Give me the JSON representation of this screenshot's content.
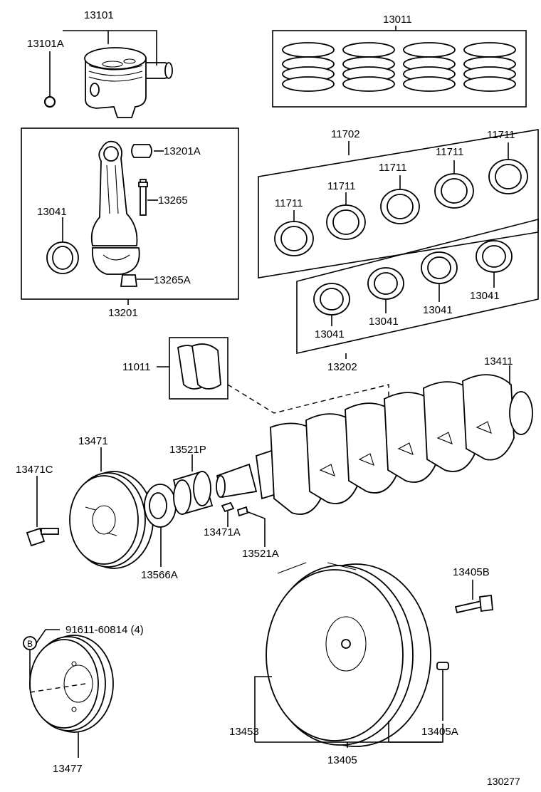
{
  "labels": {
    "p13101": "13101",
    "p13101A": "13101A",
    "p13011": "13011",
    "p13201A": "13201A",
    "p13265": "13265",
    "p13041_rod": "13041",
    "p13265A": "13265A",
    "p13201": "13201",
    "p11702": "11702",
    "p11711_a": "11711",
    "p11711_b": "11711",
    "p11711_c": "11711",
    "p11711_d": "11711",
    "p11711_e": "11711",
    "p13041_a": "13041",
    "p13041_b": "13041",
    "p13041_c": "13041",
    "p13041_d": "13041",
    "p13202": "13202",
    "p11011": "11011",
    "p13411": "13411",
    "p13471": "13471",
    "p13521P": "13521P",
    "p13471C": "13471C",
    "p13471A": "13471A",
    "p13521A": "13521A",
    "p13566A": "13566A",
    "p13405B": "13405B",
    "p91611": "91611-60814 (4)",
    "circleB": "B",
    "p13453": "13453",
    "p13405A": "13405A",
    "p13405": "13405",
    "p13477": "13477",
    "figure_no": "130277"
  }
}
